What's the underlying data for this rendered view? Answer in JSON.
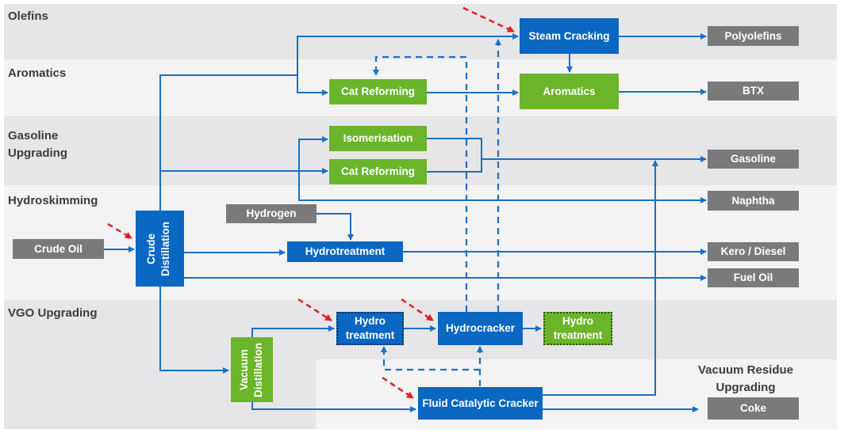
{
  "bands": [
    {
      "id": "olefins",
      "label": "Olefins"
    },
    {
      "id": "aromatics",
      "label": "Aromatics"
    },
    {
      "id": "gasoline-upgrading",
      "label": "Gasoline\nUpgrading"
    },
    {
      "id": "hydroskimming",
      "label": "Hydroskimming"
    },
    {
      "id": "vgo-upgrading",
      "label": "VGO Upgrading"
    },
    {
      "id": "vacuum-residue-upgrading",
      "label": "Vacuum Residue\nUpgrading"
    }
  ],
  "nodes": {
    "crude_oil": "Crude Oil",
    "crude_distillation": "Crude Distillation",
    "hydrogen": "Hydrogen",
    "hydrotreatment": "Hydrotreatment",
    "cat_reforming_aromatics": "Cat Reforming",
    "isomerisation": "Isomerisation",
    "cat_reforming_gasoline": "Cat Reforming",
    "steam_cracking": "Steam Cracking",
    "aromatics_unit": "Aromatics",
    "vacuum_distillation": "Vacuum Distillation",
    "hydro_treatment_vgo": "Hydro treatment",
    "hydrocracker": "Hydrocracker",
    "hydro_treatment_green": "Hydro treatment",
    "fluid_catalytic_cracker": "Fluid Catalytic Cracker"
  },
  "products": {
    "polyolefins": "Polyolefins",
    "btx": "BTX",
    "gasoline": "Gasoline",
    "naphtha": "Naphtha",
    "kero_diesel": "Kero / Diesel",
    "fuel_oil": "Fuel Oil",
    "coke": "Coke"
  },
  "legend_colors": {
    "feed_product": "#7a7a7c",
    "process_blue": "#0a67c2",
    "process_green": "#6bb52a",
    "flow_line": "#1a6fc4",
    "highlight_arrow": "#d9222a"
  }
}
